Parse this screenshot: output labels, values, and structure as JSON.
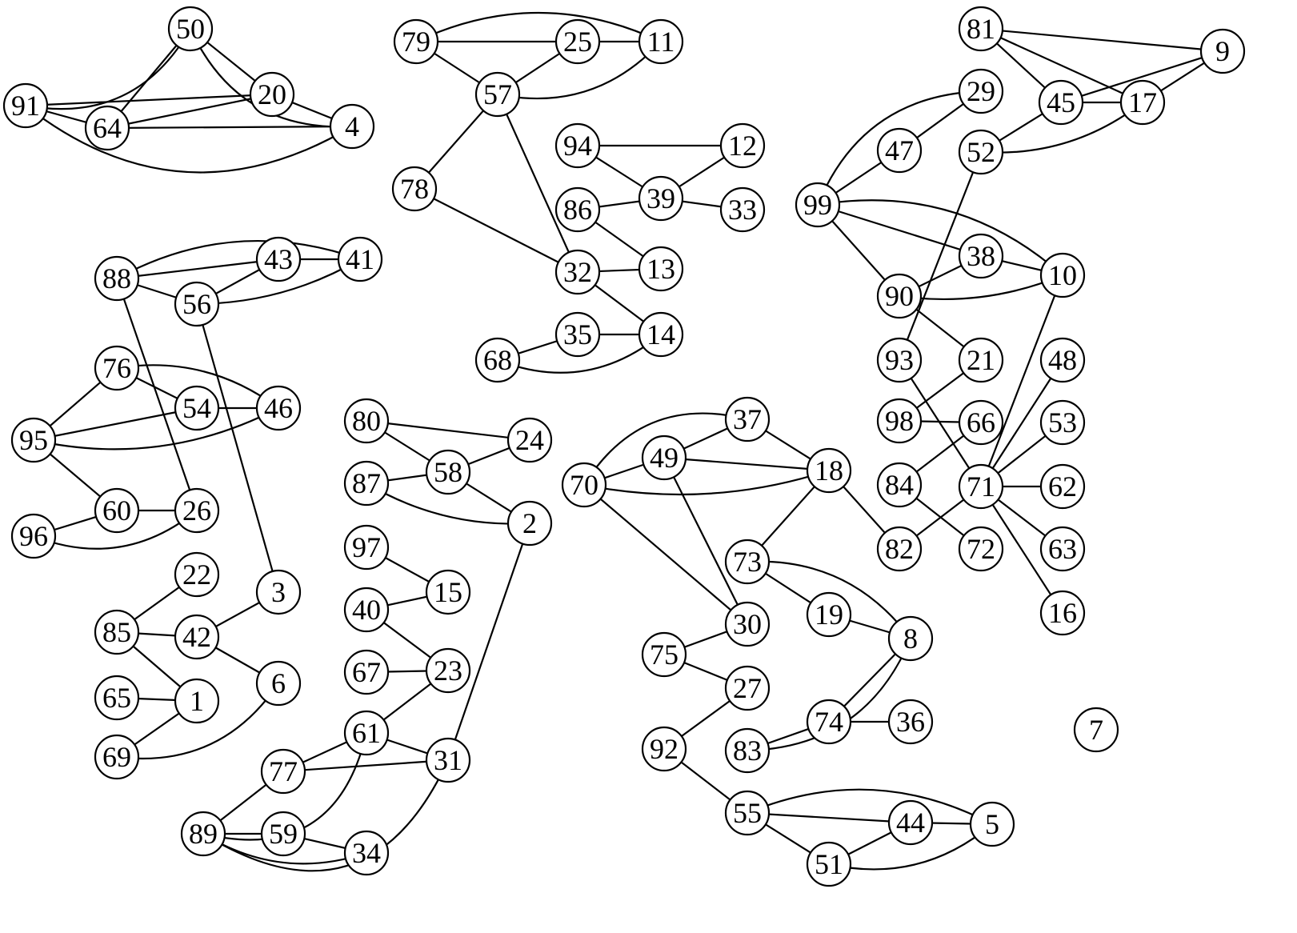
{
  "diagram": {
    "type": "graph",
    "nodes": [
      "1",
      "2",
      "3",
      "4",
      "5",
      "6",
      "7",
      "8",
      "9",
      "10",
      "11",
      "12",
      "13",
      "14",
      "15",
      "16",
      "17",
      "18",
      "19",
      "20",
      "21",
      "22",
      "23",
      "24",
      "25",
      "26",
      "27",
      "29",
      "30",
      "31",
      "32",
      "33",
      "34",
      "35",
      "36",
      "37",
      "38",
      "39",
      "40",
      "41",
      "42",
      "43",
      "44",
      "45",
      "46",
      "47",
      "48",
      "49",
      "50",
      "51",
      "52",
      "53",
      "54",
      "55",
      "56",
      "57",
      "58",
      "59",
      "60",
      "61",
      "62",
      "63",
      "64",
      "65",
      "66",
      "67",
      "68",
      "69",
      "70",
      "71",
      "72",
      "73",
      "74",
      "75",
      "76",
      "77",
      "78",
      "79",
      "80",
      "81",
      "82",
      "83",
      "84",
      "85",
      "86",
      "87",
      "88",
      "89",
      "90",
      "91",
      "92",
      "93",
      "94",
      "95",
      "96",
      "97",
      "98",
      "99"
    ],
    "edges": [
      [
        "50",
        "91"
      ],
      [
        "50",
        "64"
      ],
      [
        "50",
        "20"
      ],
      [
        "50",
        "4"
      ],
      [
        "91",
        "20"
      ],
      [
        "91",
        "64"
      ],
      [
        "91",
        "4"
      ],
      [
        "64",
        "20"
      ],
      [
        "64",
        "4"
      ],
      [
        "20",
        "4"
      ],
      [
        "79",
        "25"
      ],
      [
        "79",
        "11"
      ],
      [
        "79",
        "57"
      ],
      [
        "25",
        "11"
      ],
      [
        "25",
        "57"
      ],
      [
        "57",
        "11"
      ],
      [
        "57",
        "78"
      ],
      [
        "57",
        "32"
      ],
      [
        "78",
        "32"
      ],
      [
        "94",
        "12"
      ],
      [
        "94",
        "39"
      ],
      [
        "12",
        "39"
      ],
      [
        "39",
        "33"
      ],
      [
        "86",
        "39"
      ],
      [
        "86",
        "13"
      ],
      [
        "32",
        "13"
      ],
      [
        "32",
        "14"
      ],
      [
        "35",
        "14"
      ],
      [
        "68",
        "35"
      ],
      [
        "68",
        "14"
      ],
      [
        "88",
        "43"
      ],
      [
        "88",
        "41"
      ],
      [
        "88",
        "56"
      ],
      [
        "43",
        "41"
      ],
      [
        "56",
        "43"
      ],
      [
        "56",
        "41"
      ],
      [
        "88",
        "26"
      ],
      [
        "56",
        "3"
      ],
      [
        "76",
        "54"
      ],
      [
        "76",
        "46"
      ],
      [
        "76",
        "95"
      ],
      [
        "54",
        "46"
      ],
      [
        "95",
        "54"
      ],
      [
        "95",
        "46"
      ],
      [
        "95",
        "60"
      ],
      [
        "60",
        "26"
      ],
      [
        "96",
        "60"
      ],
      [
        "96",
        "26"
      ],
      [
        "85",
        "22"
      ],
      [
        "85",
        "42"
      ],
      [
        "85",
        "1"
      ],
      [
        "65",
        "1"
      ],
      [
        "69",
        "1"
      ],
      [
        "42",
        "3"
      ],
      [
        "42",
        "6"
      ],
      [
        "69",
        "6"
      ],
      [
        "80",
        "24"
      ],
      [
        "80",
        "58"
      ],
      [
        "87",
        "58"
      ],
      [
        "87",
        "2"
      ],
      [
        "58",
        "24"
      ],
      [
        "58",
        "2"
      ],
      [
        "2",
        "31"
      ],
      [
        "97",
        "15"
      ],
      [
        "40",
        "15"
      ],
      [
        "40",
        "23"
      ],
      [
        "67",
        "23"
      ],
      [
        "23",
        "61"
      ],
      [
        "61",
        "77"
      ],
      [
        "61",
        "31"
      ],
      [
        "61",
        "89"
      ],
      [
        "77",
        "31"
      ],
      [
        "77",
        "89"
      ],
      [
        "89",
        "59"
      ],
      [
        "89",
        "34"
      ],
      [
        "59",
        "34"
      ],
      [
        "89",
        "31"
      ],
      [
        "70",
        "37"
      ],
      [
        "70",
        "49"
      ],
      [
        "70",
        "18"
      ],
      [
        "70",
        "30"
      ],
      [
        "49",
        "37"
      ],
      [
        "49",
        "18"
      ],
      [
        "49",
        "30"
      ],
      [
        "37",
        "18"
      ],
      [
        "18",
        "73"
      ],
      [
        "18",
        "82"
      ],
      [
        "73",
        "19"
      ],
      [
        "73",
        "8"
      ],
      [
        "19",
        "8"
      ],
      [
        "8",
        "74"
      ],
      [
        "8",
        "83"
      ],
      [
        "83",
        "74"
      ],
      [
        "74",
        "36"
      ],
      [
        "75",
        "30"
      ],
      [
        "75",
        "27"
      ],
      [
        "92",
        "27"
      ],
      [
        "92",
        "55"
      ],
      [
        "55",
        "5"
      ],
      [
        "55",
        "44"
      ],
      [
        "55",
        "51"
      ],
      [
        "44",
        "5"
      ],
      [
        "51",
        "44"
      ],
      [
        "51",
        "5"
      ],
      [
        "81",
        "9"
      ],
      [
        "81",
        "45"
      ],
      [
        "81",
        "17"
      ],
      [
        "9",
        "45"
      ],
      [
        "9",
        "17"
      ],
      [
        "45",
        "17"
      ],
      [
        "52",
        "45"
      ],
      [
        "52",
        "17"
      ],
      [
        "52",
        "93"
      ],
      [
        "99",
        "29"
      ],
      [
        "99",
        "47"
      ],
      [
        "47",
        "29"
      ],
      [
        "99",
        "38"
      ],
      [
        "99",
        "10"
      ],
      [
        "99",
        "90"
      ],
      [
        "90",
        "38"
      ],
      [
        "90",
        "10"
      ],
      [
        "38",
        "10"
      ],
      [
        "90",
        "21"
      ],
      [
        "21",
        "98"
      ],
      [
        "98",
        "66"
      ],
      [
        "66",
        "84"
      ],
      [
        "84",
        "72"
      ],
      [
        "93",
        "71"
      ],
      [
        "71",
        "82"
      ],
      [
        "71",
        "10"
      ],
      [
        "71",
        "48"
      ],
      [
        "71",
        "53"
      ],
      [
        "71",
        "62"
      ],
      [
        "71",
        "63"
      ],
      [
        "71",
        "16"
      ]
    ]
  }
}
